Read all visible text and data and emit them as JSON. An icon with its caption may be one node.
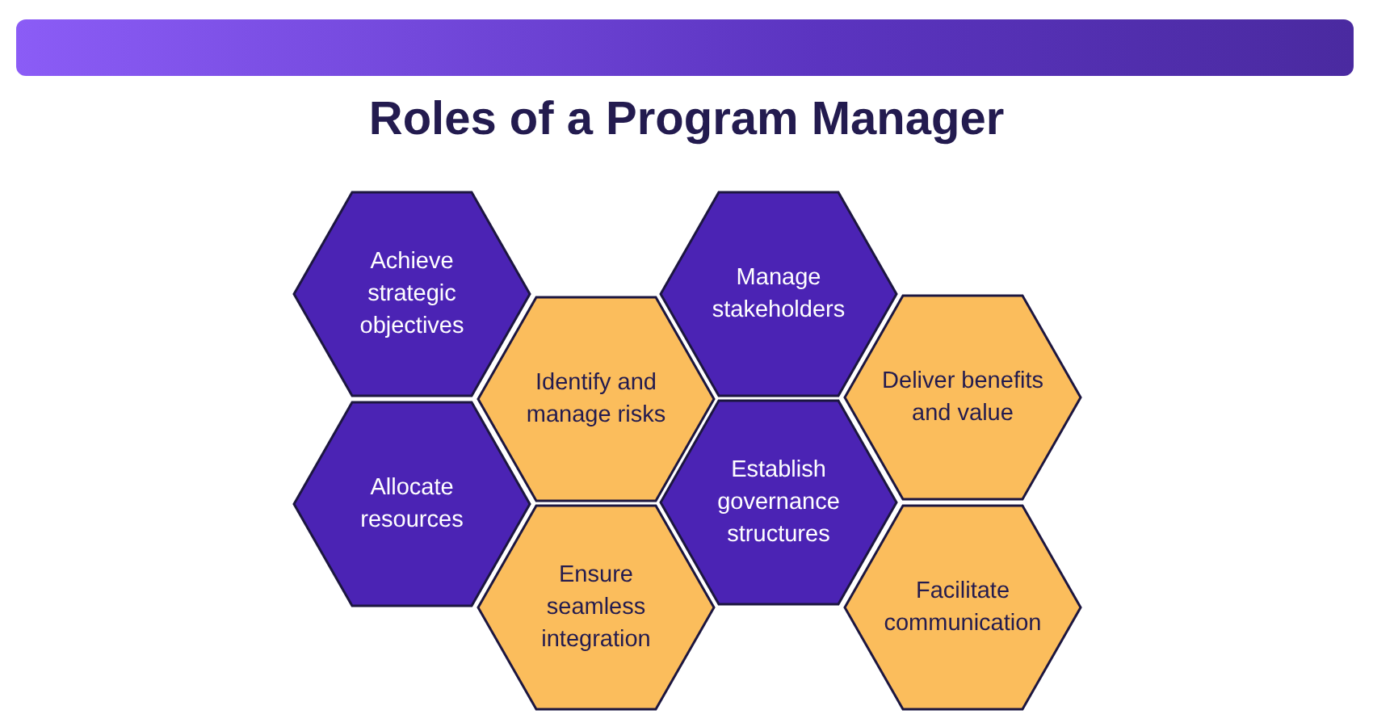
{
  "diagram": {
    "title": "Roles of a Program Manager",
    "nodes": [
      {
        "text": [
          "Achieve strategic objectives"
        ]
      },
      {
        "text": [
          "Manage stakeholders"
        ]
      },
      {
        "text": [
          "Identify and manage risks"
        ]
      },
      {
        "text": [
          "Deliver benefits and value"
        ]
      },
      {
        "text": [
          "Allocate resources"
        ]
      },
      {
        "text": [
          "Establish governance structures"
        ]
      },
      {
        "text": [
          "Ensure seamless integration"
        ]
      },
      {
        "text": [
          "Facilitate communication"
        ]
      }
    ],
    "edges": []
  }
}
